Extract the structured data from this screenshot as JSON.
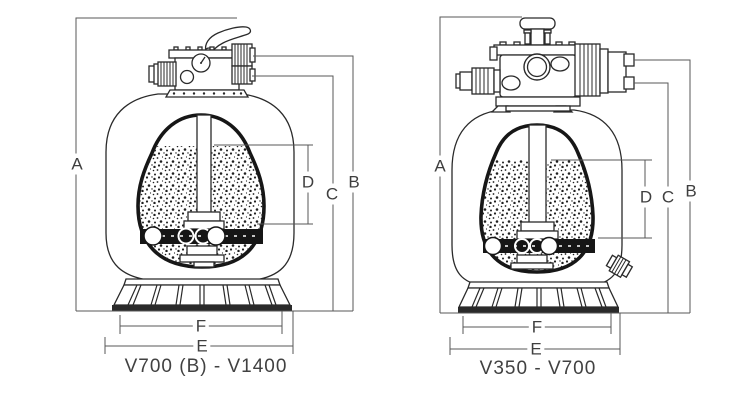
{
  "title": "Sand filter dimension diagrams",
  "colors": {
    "background": "#ffffff",
    "drawing_line": "#2a2a2a",
    "dimension_line": "#575757",
    "label_text": "#3f3f3f",
    "media_band": "#161616"
  },
  "diagrams": [
    {
      "name": "large-models",
      "caption": "V700 (B) - V1400",
      "dim_labels": {
        "A": "A",
        "B": "B",
        "C": "C",
        "D": "D",
        "E": "E",
        "F": "F"
      }
    },
    {
      "name": "small-models",
      "caption": "V350 - V700",
      "dim_labels": {
        "A": "A",
        "B": "B",
        "C": "C",
        "D": "D",
        "E": "E",
        "F": "F"
      }
    }
  ]
}
